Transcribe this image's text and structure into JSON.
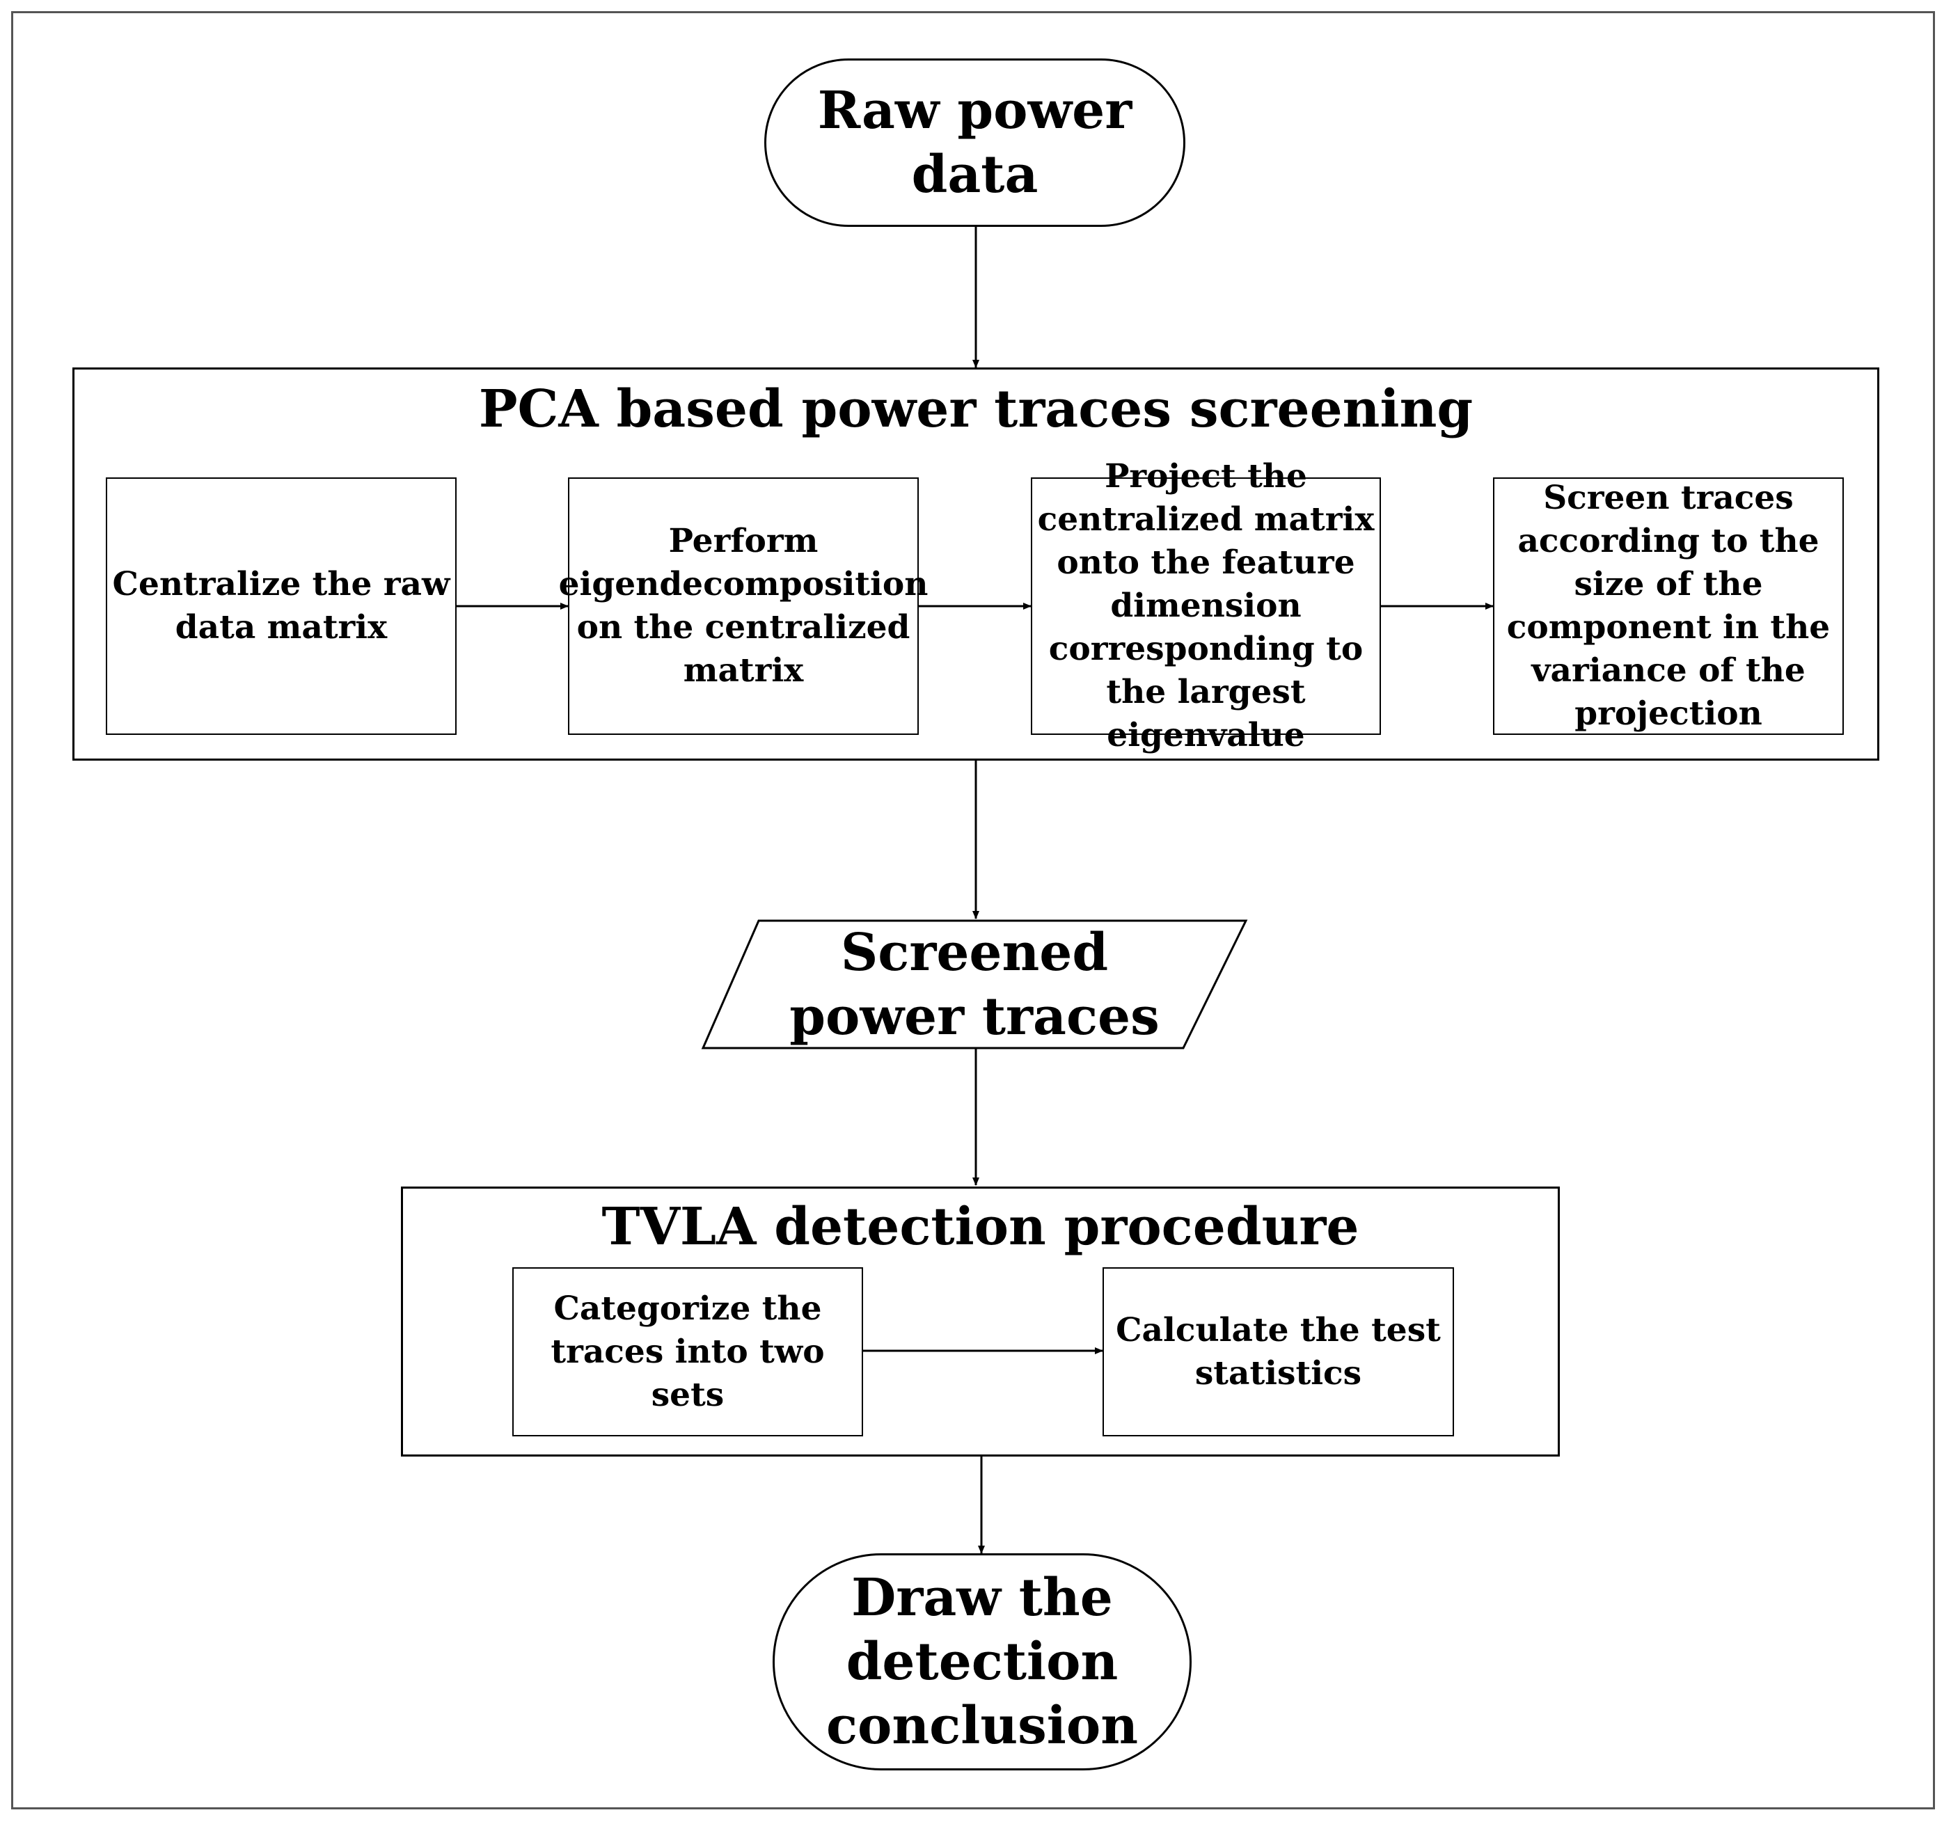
{
  "start": {
    "label": "Raw power data"
  },
  "pca": {
    "title": "PCA based power traces screening",
    "steps": [
      {
        "label": "Centralize the raw data matrix"
      },
      {
        "label": "Perform eigendecomposition on the centralized matrix"
      },
      {
        "label": "Project the centralized matrix onto the feature dimension corresponding to the largest eigenvalue"
      },
      {
        "label": "Screen traces according to the size of the component in the variance of the projection"
      }
    ]
  },
  "screened": {
    "label": "Screened power traces"
  },
  "tvla": {
    "title": "TVLA detection procedure",
    "steps": [
      {
        "label": "Categorize the traces into two sets"
      },
      {
        "label": "Calculate the test statistics"
      }
    ]
  },
  "end": {
    "label": "Draw the detection conclusion"
  }
}
